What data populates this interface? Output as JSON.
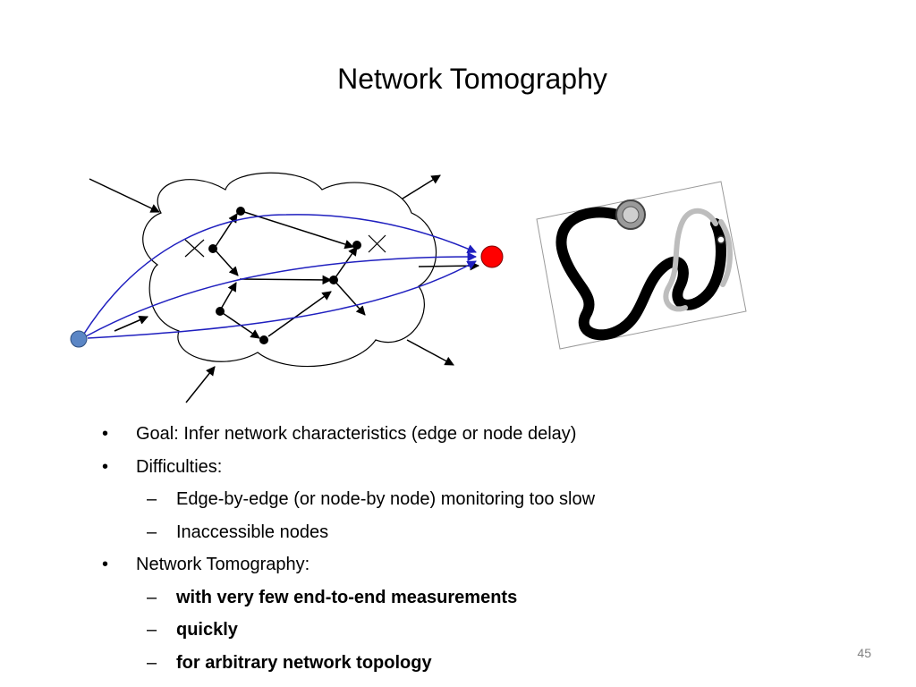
{
  "slide": {
    "title": "Network Tomography",
    "page_number": "45"
  },
  "bullets": [
    {
      "level": 1,
      "marker": "•",
      "text": "Goal: Infer network characteristics (edge or node delay)",
      "bold": false
    },
    {
      "level": 1,
      "marker": "•",
      "text": "Difficulties:",
      "bold": false
    },
    {
      "level": 2,
      "marker": "–",
      "text": "Edge-by-edge (or node-by node) monitoring too slow",
      "bold": false
    },
    {
      "level": 2,
      "marker": "–",
      "text": "Inaccessible nodes",
      "bold": false
    },
    {
      "level": 1,
      "marker": "•",
      "text": "Network Tomography:",
      "bold": false
    },
    {
      "level": 2,
      "marker": "–",
      "text": "with very few end-to-end measurements",
      "bold": true
    },
    {
      "level": 2,
      "marker": "–",
      "text": "quickly",
      "bold": true
    },
    {
      "level": 2,
      "marker": "–",
      "text": "for arbitrary network topology",
      "bold": true
    }
  ],
  "diagram": {
    "colors": {
      "source_node": "#5b86c5",
      "destination_node": "#ff0000",
      "probe_path": "#1f1fbf",
      "edge": "#000000"
    },
    "icon": "stethoscope-icon"
  }
}
